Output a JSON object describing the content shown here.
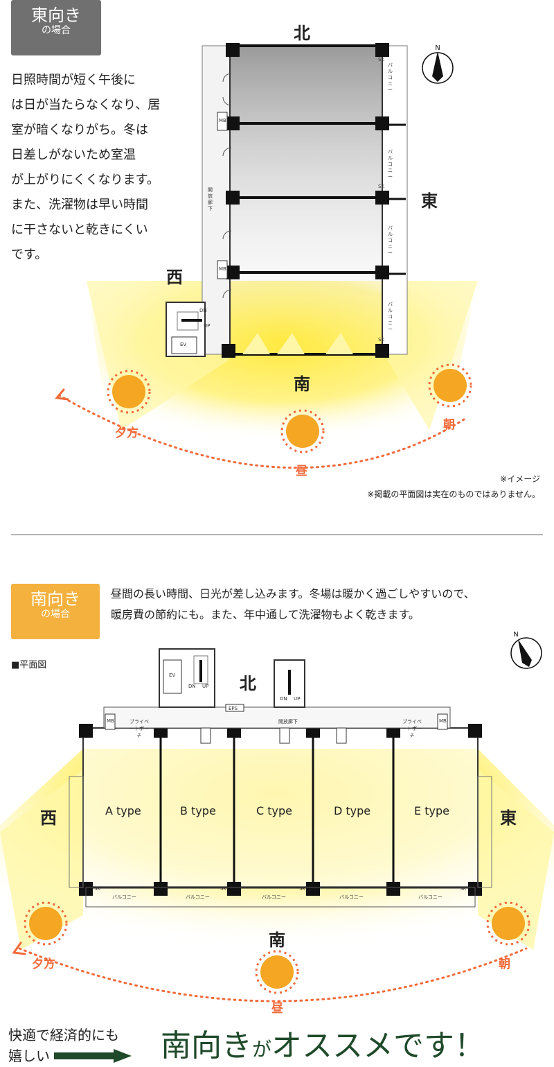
{
  "section1": {
    "badge_main": "東向き",
    "badge_sub": "の場合",
    "badge_color": "#707070",
    "desc_lines": [
      "日照時間が短く午後に",
      "は日が当たらなくなり、居",
      "室が暗くなりがち。冬は",
      "日差しがないため室温",
      "が上がりにくくなります。",
      "また、洗濯物は早い時間",
      "に干さないと乾きにくい",
      "です。"
    ],
    "dir_north": "北",
    "dir_east": "東",
    "dir_south": "南",
    "dir_west": "西",
    "corridor": "開放廊下",
    "balcony": "バルコニー",
    "ev": "EV",
    "dn": "DN",
    "up": "UP",
    "mb": "MB",
    "sk": "SK",
    "sun_evening": "夕方",
    "sun_noon": "昼",
    "sun_morning": "朝",
    "note1": "※イメージ",
    "note2": "※掲載の平面図は実在のものではありません。"
  },
  "section2": {
    "badge_main": "南向き",
    "badge_sub": "の場合",
    "badge_color": "#f5b13d",
    "desc_lines": [
      "昼間の長い時間、日光が差し込みます。冬場は暖かく過ごしやすいので、",
      "暖房費の節約にも。また、年中通して洗濯物もよく乾きます。"
    ],
    "plan_label": "■平面図",
    "dir_north": "北",
    "dir_east": "東",
    "dir_south": "南",
    "dir_west": "西",
    "corridor": "開放廊下",
    "porch": "プライベートポーチ",
    "eps": "EPS",
    "ev": "EV",
    "dn": "DN",
    "up": "UP",
    "mb": "MB",
    "sk": "SK",
    "balcony": "バルコニー",
    "units": [
      "A type",
      "B type",
      "C type",
      "D type",
      "E type"
    ],
    "sun_evening": "夕方",
    "sun_noon": "昼",
    "sun_morning": "朝"
  },
  "bottom": {
    "small_line1": "快適で経済的にも",
    "small_line2": "嬉しい",
    "big_main": "南向き",
    "big_particle": "が",
    "big_tail": "オススメです！",
    "accent_color": "#1f4a2a"
  },
  "colors": {
    "sun": "#f5a623",
    "sun_ray": "#f26a3a",
    "arc": "#f26a3a",
    "light": "#ffe93a"
  }
}
